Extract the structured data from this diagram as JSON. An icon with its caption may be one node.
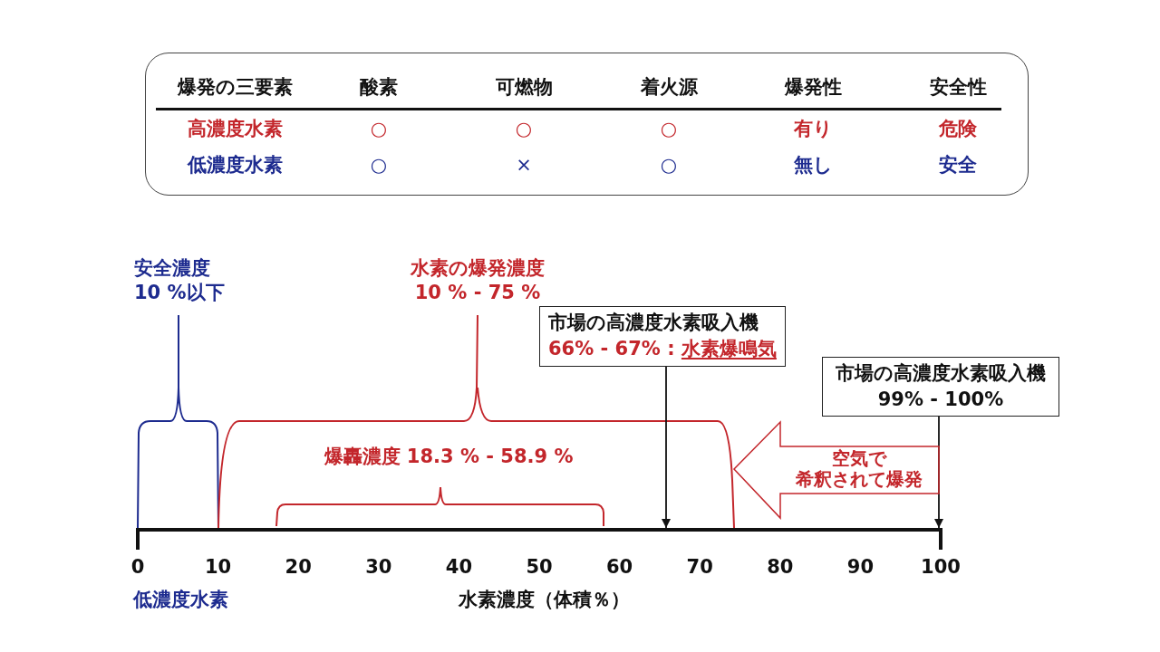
{
  "diagram": {
    "nodes": [
      {
        "text": [
          "市場の高濃度水素吸入機",
          "66% - 67% : 水素爆鳴気"
        ]
      },
      {
        "text": [
          "市場の高濃度水素吸入機",
          "99% - 100%"
        ]
      },
      {
        "text": [
          "空気で希釈されて爆発"
        ]
      },
      {
        "text": [],
        "shape": "bar"
      }
    ],
    "edges": [
      {
        "from": 0,
        "to": 3,
        "arrow": "to"
      },
      {
        "from": 1,
        "to": 3,
        "arrow": "to"
      }
    ],
    "labels": [
      "爆発の三要素",
      "酸素",
      "可燃物",
      "着火源",
      "爆発性",
      "安全性",
      "高濃度水素",
      "○",
      "○",
      "○",
      "有り",
      "危険",
      "低濃度水素",
      "○",
      "×",
      "○",
      "無し",
      "安全",
      "安全濃度 10 %以下",
      "水素の爆発濃度 10 % - 75 %",
      "爆轟濃度 18.3 % - 58.9 %",
      "0",
      "10",
      "20",
      "30",
      "40",
      "50",
      "60",
      "70",
      "80",
      "90",
      "100",
      "低濃度水素",
      "水素濃度（体積％）"
    ]
  }
}
